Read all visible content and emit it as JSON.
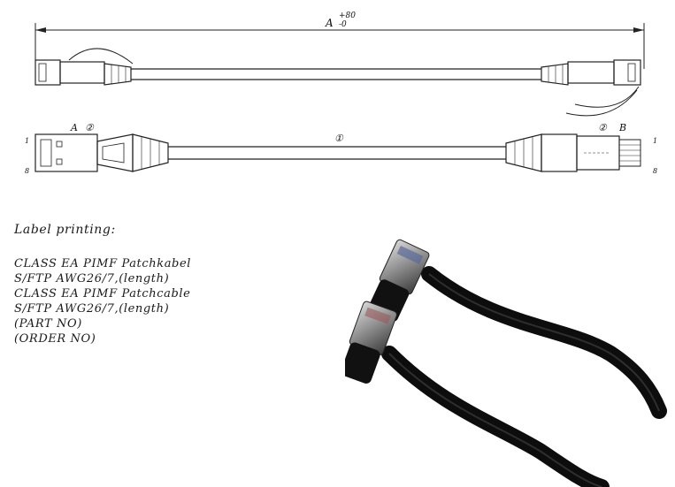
{
  "drawing": {
    "dimension_label": "A",
    "tolerance_upper": "+80",
    "tolerance_lower": "-0",
    "end_a_label": "A",
    "end_b_label": "B",
    "callout_cable": "①",
    "callout_boot": "②",
    "pin_first": "1",
    "pin_last": "8"
  },
  "label_printing": {
    "title": "Label printing:",
    "lines": [
      "CLASS EA PIMF Patchkabel",
      "S/FTP AWG26/7,(length)",
      "CLASS EA PIMF Patchcable",
      "S/FTP AWG26/7,(length)",
      "(PART NO)",
      "(ORDER NO)"
    ]
  },
  "colors": {
    "line": "#222222",
    "cable_photo": "#0d0d0d"
  }
}
